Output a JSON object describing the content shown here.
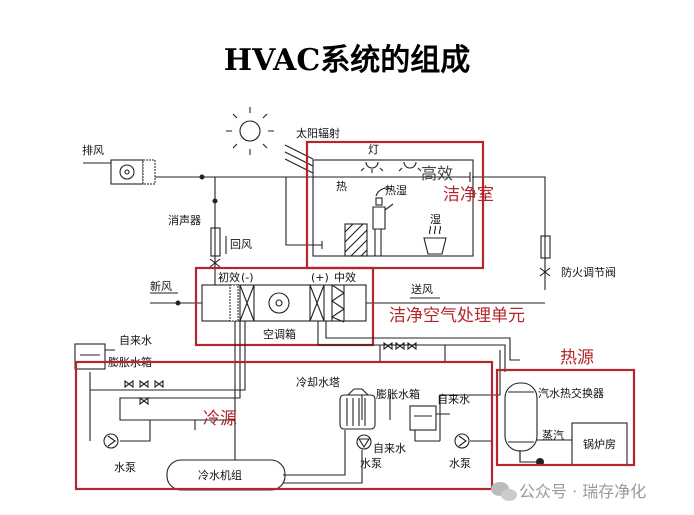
{
  "title": "HVAC系统的组成",
  "colors": {
    "section_box": "#b3262a",
    "lines": "#222222",
    "watermark": "#9a9a9a"
  },
  "sections": {
    "clean_room": "洁净室",
    "ahu": "洁净空气处理单元",
    "cold_source": "冷源",
    "heat_source": "热源"
  },
  "labels": {
    "exhaust": "排风",
    "solar": "太阳辐射",
    "lamp": "灯",
    "hepa": "高效",
    "heat": "热",
    "heat_humid": "热湿",
    "humid": "湿",
    "silencer": "消声器",
    "return_air": "回风",
    "fire_damper": "防火调节阀",
    "fresh_air": "新风",
    "primary_filter": "初效",
    "minus": "(-)",
    "plus": "(+)",
    "medium_filter": "中效",
    "supply_air": "送风",
    "ahu_box": "空调箱",
    "tap_water_1": "自来水",
    "expansion_tank_1": "膨胀水箱",
    "cooling_tower": "冷却水塔",
    "expansion_tank_2": "膨胀水箱",
    "tap_water_2": "自来水",
    "tap_water_3": "自来水",
    "pump_1": "水泵",
    "pump_2": "水泵",
    "pump_3": "水泵",
    "chiller": "冷水机组",
    "heat_exchanger": "汽水热交换器",
    "steam": "蒸汽",
    "boiler_room": "锅炉房"
  },
  "watermark": "公众号 · 瑞存净化"
}
